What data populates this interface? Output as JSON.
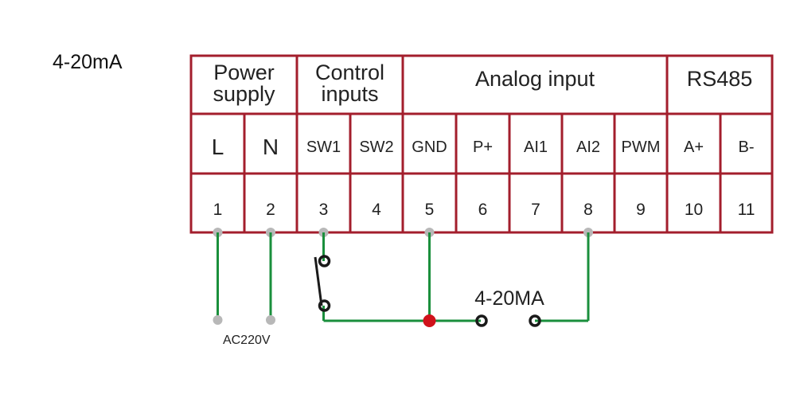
{
  "title": "4-20mA",
  "colors": {
    "grid": "#a31e2c",
    "wire": "#1a8f3c",
    "terminal": "#b8b8b8",
    "junction": "#d0121b",
    "contact": "#1a1a1a"
  },
  "groups": [
    {
      "label_lines": [
        "Power",
        "supply"
      ],
      "span": [
        1,
        2
      ]
    },
    {
      "label_lines": [
        "Control",
        "inputs"
      ],
      "span": [
        3,
        4
      ]
    },
    {
      "label_lines": [
        "Analog input"
      ],
      "span": [
        5,
        9
      ]
    },
    {
      "label_lines": [
        "RS485"
      ],
      "span": [
        10,
        11
      ]
    }
  ],
  "terminals": [
    {
      "name": "L",
      "number": "1"
    },
    {
      "name": "N",
      "number": "2"
    },
    {
      "name": "SW1",
      "number": "3"
    },
    {
      "name": "SW2",
      "number": "4"
    },
    {
      "name": "GND",
      "number": "5"
    },
    {
      "name": "P+",
      "number": "6"
    },
    {
      "name": "AI1",
      "number": "7"
    },
    {
      "name": "AI2",
      "number": "8"
    },
    {
      "name": "PWM",
      "number": "9"
    },
    {
      "name": "A+",
      "number": "10"
    },
    {
      "name": "B-",
      "number": "11"
    }
  ],
  "wiring": {
    "power_label": "AC220V",
    "sensor_label": "4-20MA",
    "connected_terminals": [
      "1",
      "2",
      "3",
      "5",
      "8"
    ]
  }
}
